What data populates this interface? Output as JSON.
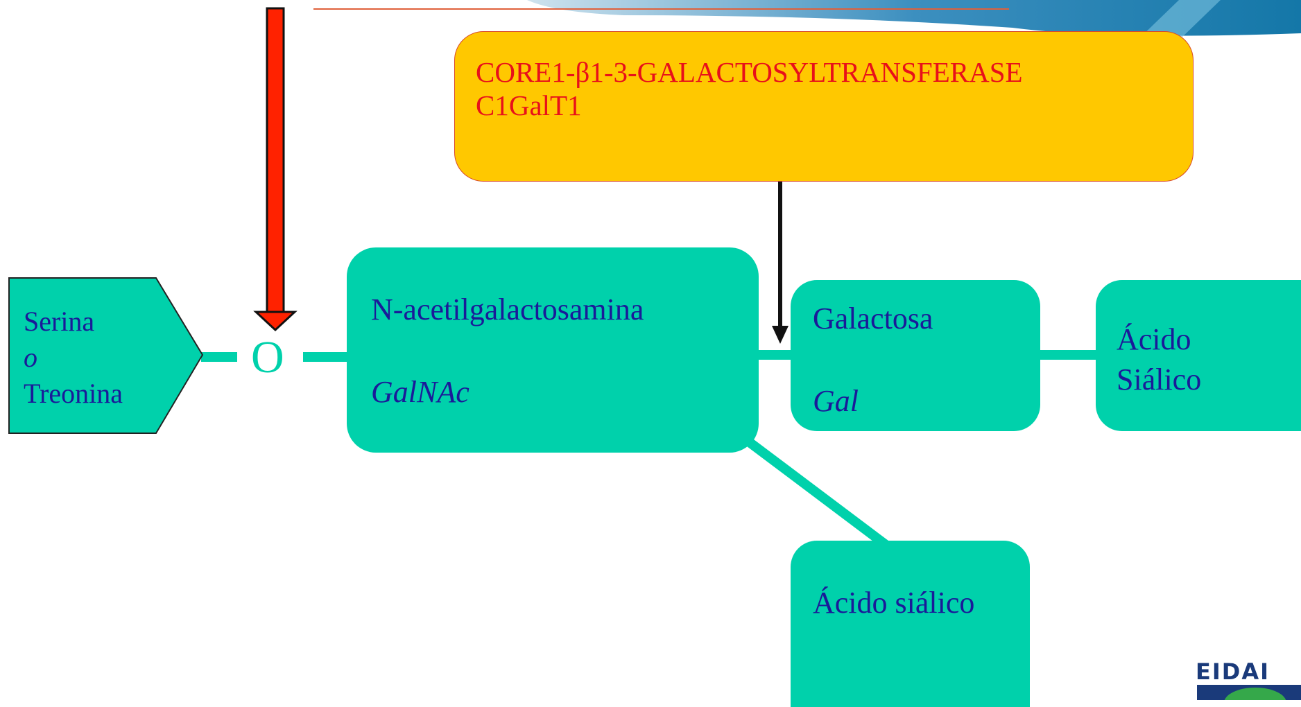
{
  "enzyme": {
    "line1": "CORE1-β1-3-GALACTOSYLTRANSFERASE",
    "line2": "C1GalT1"
  },
  "amino_acid": {
    "line1": "Serina",
    "line2": "o",
    "line3": "Treonina"
  },
  "linkage_atom": "O",
  "galnac": {
    "name": "N-acetilgalactosamina",
    "abbr": "GalNAc"
  },
  "galactose": {
    "name": "Galactosa",
    "abbr": "Gal"
  },
  "sialic_right": {
    "line1": "Ácido",
    "line2": "Siálico"
  },
  "sialic_bottom": {
    "name": "Ácido siálico"
  },
  "logo": {
    "text": "EIDAI"
  },
  "colors": {
    "box_fill": "#00d1ab",
    "box_text": "#1a1a99",
    "enzyme_fill": "#ffc800",
    "enzyme_text": "#e8101a",
    "red_arrow": "#ff2200"
  }
}
